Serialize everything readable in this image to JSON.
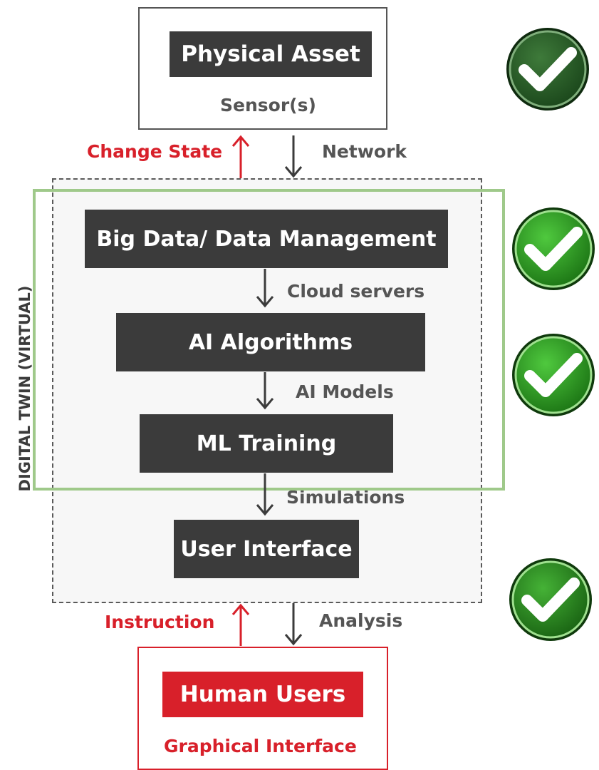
{
  "physical_asset": {
    "title": "Physical Asset",
    "subtitle": "Sensor(s)"
  },
  "links": {
    "change_state": "Change State",
    "network": "Network",
    "cloud_servers": "Cloud servers",
    "ai_models": "AI Models",
    "simulations": "Simulations",
    "instruction": "Instruction",
    "analysis": "Analysis"
  },
  "digital_twin": {
    "label": "DIGITAL TWIN (VIRTUAL)",
    "blocks": {
      "big_data": "Big Data/ Data Management",
      "ai_algorithms": "AI Algorithms",
      "ml_training": "ML Training",
      "user_interface": "User Interface"
    }
  },
  "human_users": {
    "title": "Human Users",
    "subtitle": "Graphical Interface"
  },
  "colors": {
    "dark_block": "#3b3b3b",
    "red_accent": "#d8202a",
    "highlight_green": "#9fc98a",
    "check_green": "#2e8b1e"
  },
  "badges": [
    "check-icon",
    "check-icon",
    "check-icon",
    "check-icon"
  ]
}
